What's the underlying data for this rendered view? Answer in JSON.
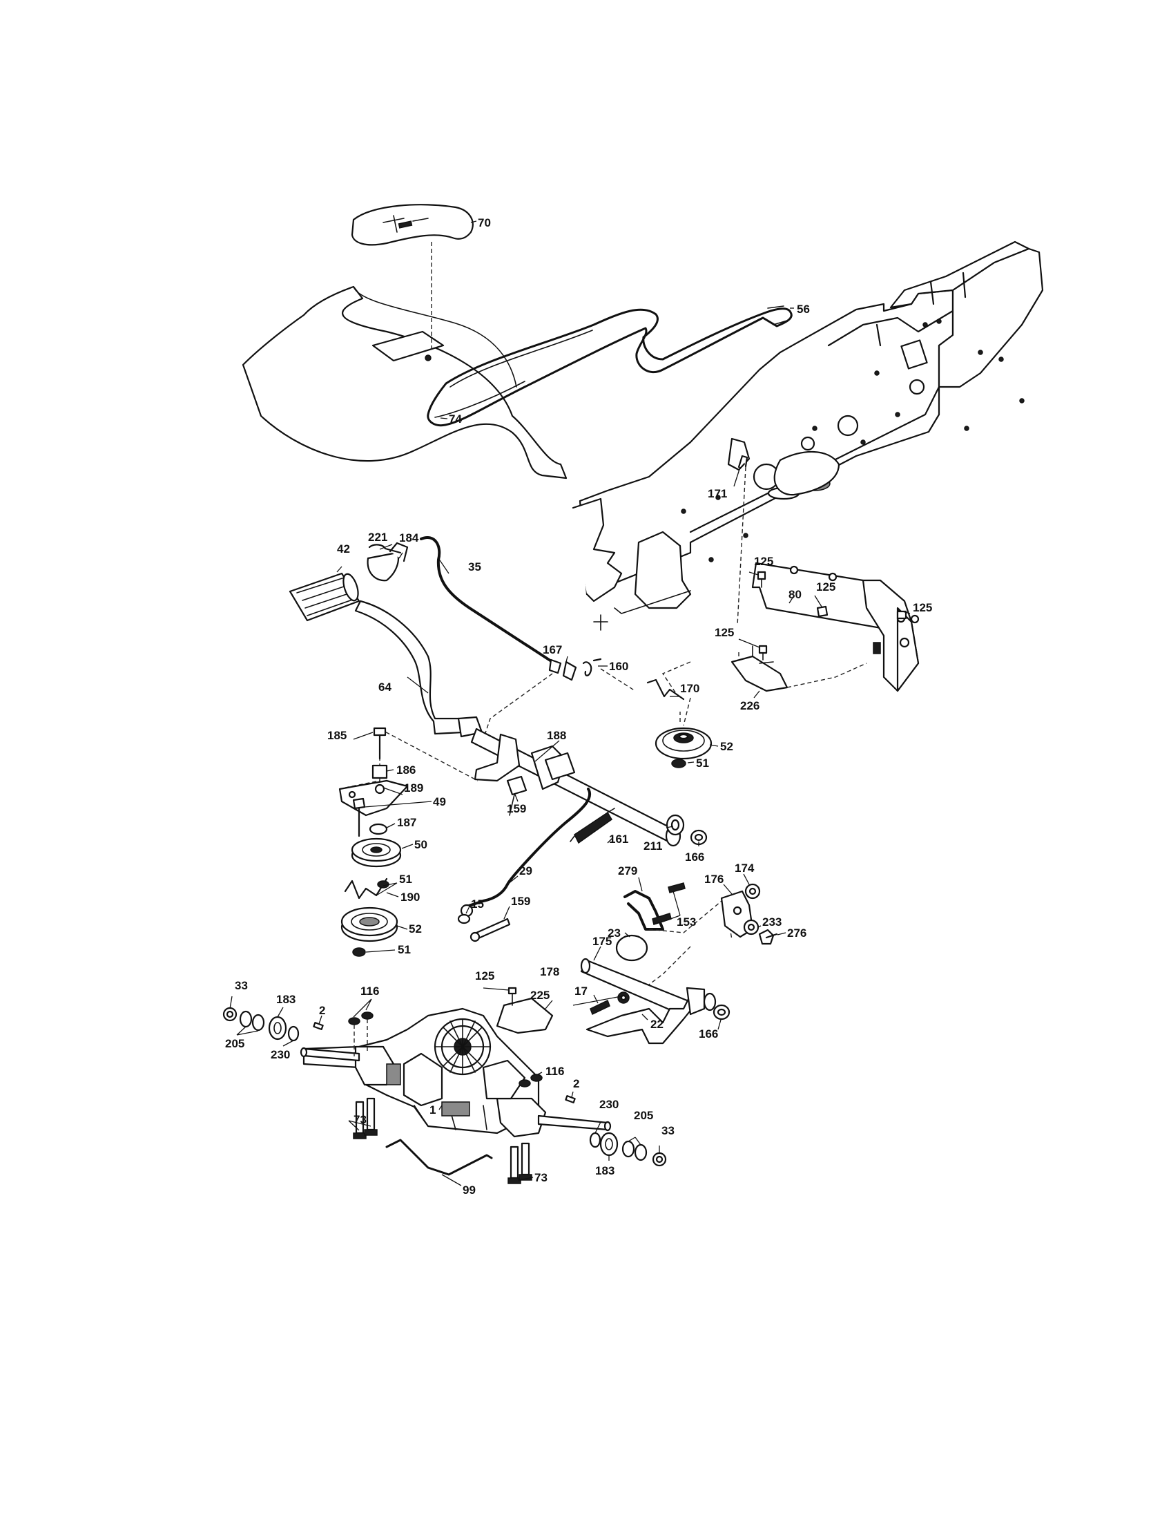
{
  "callouts": {
    "c70": "70",
    "c56": "56",
    "c74": "74",
    "c171": "171",
    "c221": "221",
    "c184": "184",
    "c42": "42",
    "c35": "35",
    "c125a": "125",
    "c125b": "125",
    "c125c": "125",
    "c125d": "125",
    "c125e": "125",
    "c80": "80",
    "c226": "226",
    "c167": "167",
    "c160": "160",
    "c170": "170",
    "c64": "64",
    "c52a": "52",
    "c51a": "51",
    "c188": "188",
    "c185": "185",
    "c186": "186",
    "c189": "189",
    "c49": "49",
    "c187": "187",
    "c159a": "159",
    "c161": "161",
    "c211": "211",
    "c166a": "166",
    "c50": "50",
    "c29": "29",
    "c279": "279",
    "c176": "176",
    "c174": "174",
    "c51b": "51",
    "c190": "190",
    "c15": "15",
    "c159b": "159",
    "c153": "153",
    "c233": "233",
    "c276": "276",
    "c52b": "52",
    "c23": "23",
    "c175": "175",
    "c51c": "51",
    "c178": "178",
    "c17": "17",
    "c22": "22",
    "c166b": "166",
    "c225": "225",
    "c116a": "116",
    "c33a": "33",
    "c183a": "183",
    "c2a": "2",
    "c205a": "205",
    "c230a": "230",
    "c116b": "116",
    "c2b": "2",
    "c1": "1",
    "c230b": "230",
    "c73a": "73",
    "c205b": "205",
    "c33b": "33",
    "c183b": "183",
    "c99": "99",
    "c73b": "73"
  }
}
